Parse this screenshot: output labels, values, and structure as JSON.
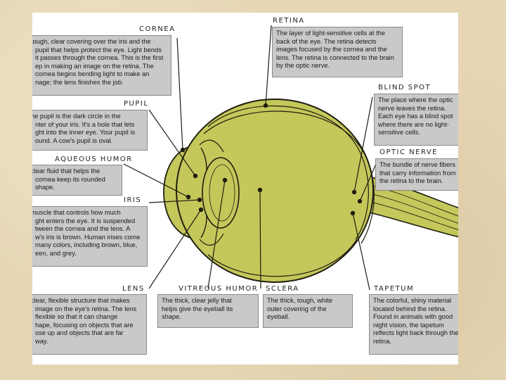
{
  "labels": {
    "cornea": {
      "title": "CORNEA",
      "text": "tough, clear covering over the iris and the\npupil that helps protect the eye. Light bends\nit passes through the cornea. This is the first\nep in making an image on the retina. The\ncornea begins bending light to make an\nnage; the lens finishes the job."
    },
    "pupil": {
      "title": "PUPIL",
      "text": "he pupil is the dark circle in the\nnter of your iris. It's a hole that lets\nght into the inner eye. Your pupil is\nound. A cow's pupil is oval."
    },
    "aqueous_humor": {
      "title": "AQUEOUS HUMOR",
      "text": "clear fluid that helps the\ncornea keep its rounded\nshape."
    },
    "iris": {
      "title": "IRIS",
      "text": "muscle that controls how much\nght enters the eye. It is suspended\ntween the cornea and the lens. A\nw's iris is brown. Human irises come\nmany colors, including brown, blue,\neen, and grey."
    },
    "lens": {
      "title": "LENS",
      "text": "clear, flexible structure that makes\nimage on the eye's retina. The lens\nflexible so that it can change\nhape, focusing on objects that are\nose up and objects that are far\nway."
    },
    "vitreous_humor": {
      "title": "VITREOUS HUMOR",
      "text": "The thick, clear jelly that\nhelps give the eyeball its\nshape."
    },
    "sclera": {
      "title": "SCLERA",
      "text": "The thick, tough, white\nouter covering of the\neyeball."
    },
    "retina": {
      "title": "RETINA",
      "text": "The layer of light-sensitive cells at the\nback of the eye. The retina detects\nimages focused by the cornea and the\nlens. The retina is connected to the brain\nby the optic nerve."
    },
    "blind_spot": {
      "title": "BLIND SPOT",
      "text": "The place where the optic\nnerve leaves the retina.\nEach eye has a blind spot\nwhere there are no light-\nsensitive cells."
    },
    "optic_nerve": {
      "title": "OPTIC NERVE",
      "text": "The bundle of nerve fibers\nthat carry information from\nthe retina to the brain."
    },
    "tapetum": {
      "title": "TAPETUM",
      "text": "The colorful, shiny material\nlocated behind the retina.\nFound in animals with good\nnight vision, the tapetum\nreflects light back through the\nretina."
    }
  },
  "colors": {
    "eyeball": "#c4c75a",
    "outline": "#1e1e10",
    "box_fill": "#c9c9c9",
    "page_background": "#e6d6b4"
  }
}
